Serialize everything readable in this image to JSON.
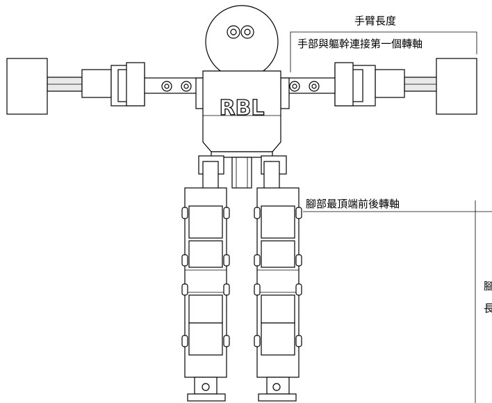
{
  "labels": {
    "arm_length": "手臂長度",
    "arm_axis": "手部與軀幹連接第一個轉軸",
    "leg_axis": "腳部最頂端前後轉軸",
    "leg_length_line1": "腳",
    "leg_length_line2": "長"
  },
  "robot": {
    "chest_logo": "RBL"
  }
}
